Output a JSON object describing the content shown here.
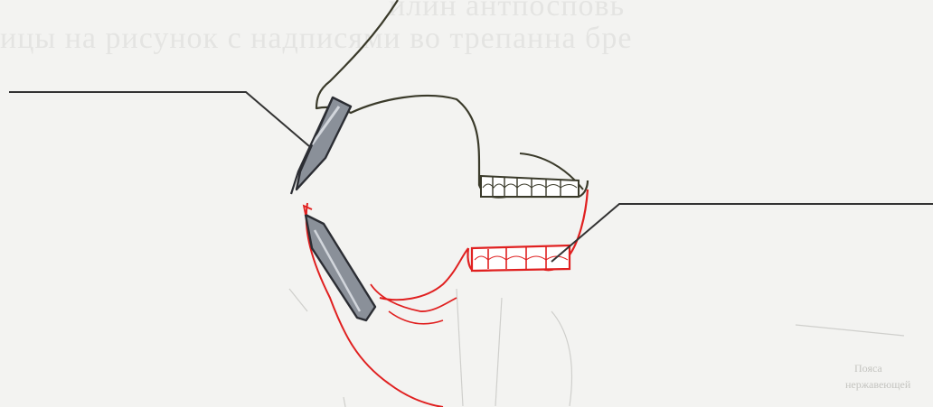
{
  "bleed_through": {
    "line1": "илин антпосповь",
    "line2": "ицы на рисунок с надписями во трепанна бре"
  },
  "faint_labels": {
    "label1": "Пояса",
    "label2": "нержавеющей"
  },
  "colors": {
    "outline": "#3a3a2a",
    "red": "#e02020",
    "blade_fill": "#8a9099",
    "blade_edge": "#2b2d33",
    "pointer": "#333333"
  }
}
